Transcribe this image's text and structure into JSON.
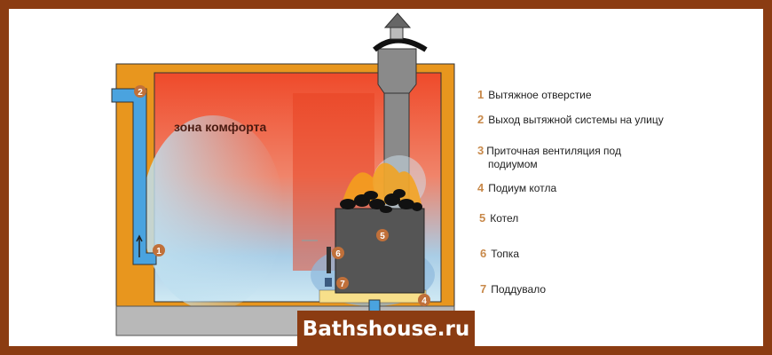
{
  "diagram": {
    "zone_label": "зона комфорта",
    "markers": [
      "1",
      "2",
      "4",
      "5",
      "6",
      "7"
    ]
  },
  "legend": [
    {
      "num": "1",
      "text": "Вытяжное отверстие"
    },
    {
      "num": "2",
      "text": "Выход вытяжной системы на улицу"
    },
    {
      "num": "3",
      "text": "Приточная вентиляция под подиумом"
    },
    {
      "num": "4",
      "text": "Подиум котла"
    },
    {
      "num": "5",
      "text": "Котел"
    },
    {
      "num": "6",
      "text": "Топка"
    },
    {
      "num": "7",
      "text": "Поддувало"
    }
  ],
  "watermark": "Bathshouse.ru",
  "colors": {
    "frame": "#8b3c12",
    "wall": "#e8961e",
    "pipe": "#4aa3df",
    "marker": "#c0703a"
  }
}
